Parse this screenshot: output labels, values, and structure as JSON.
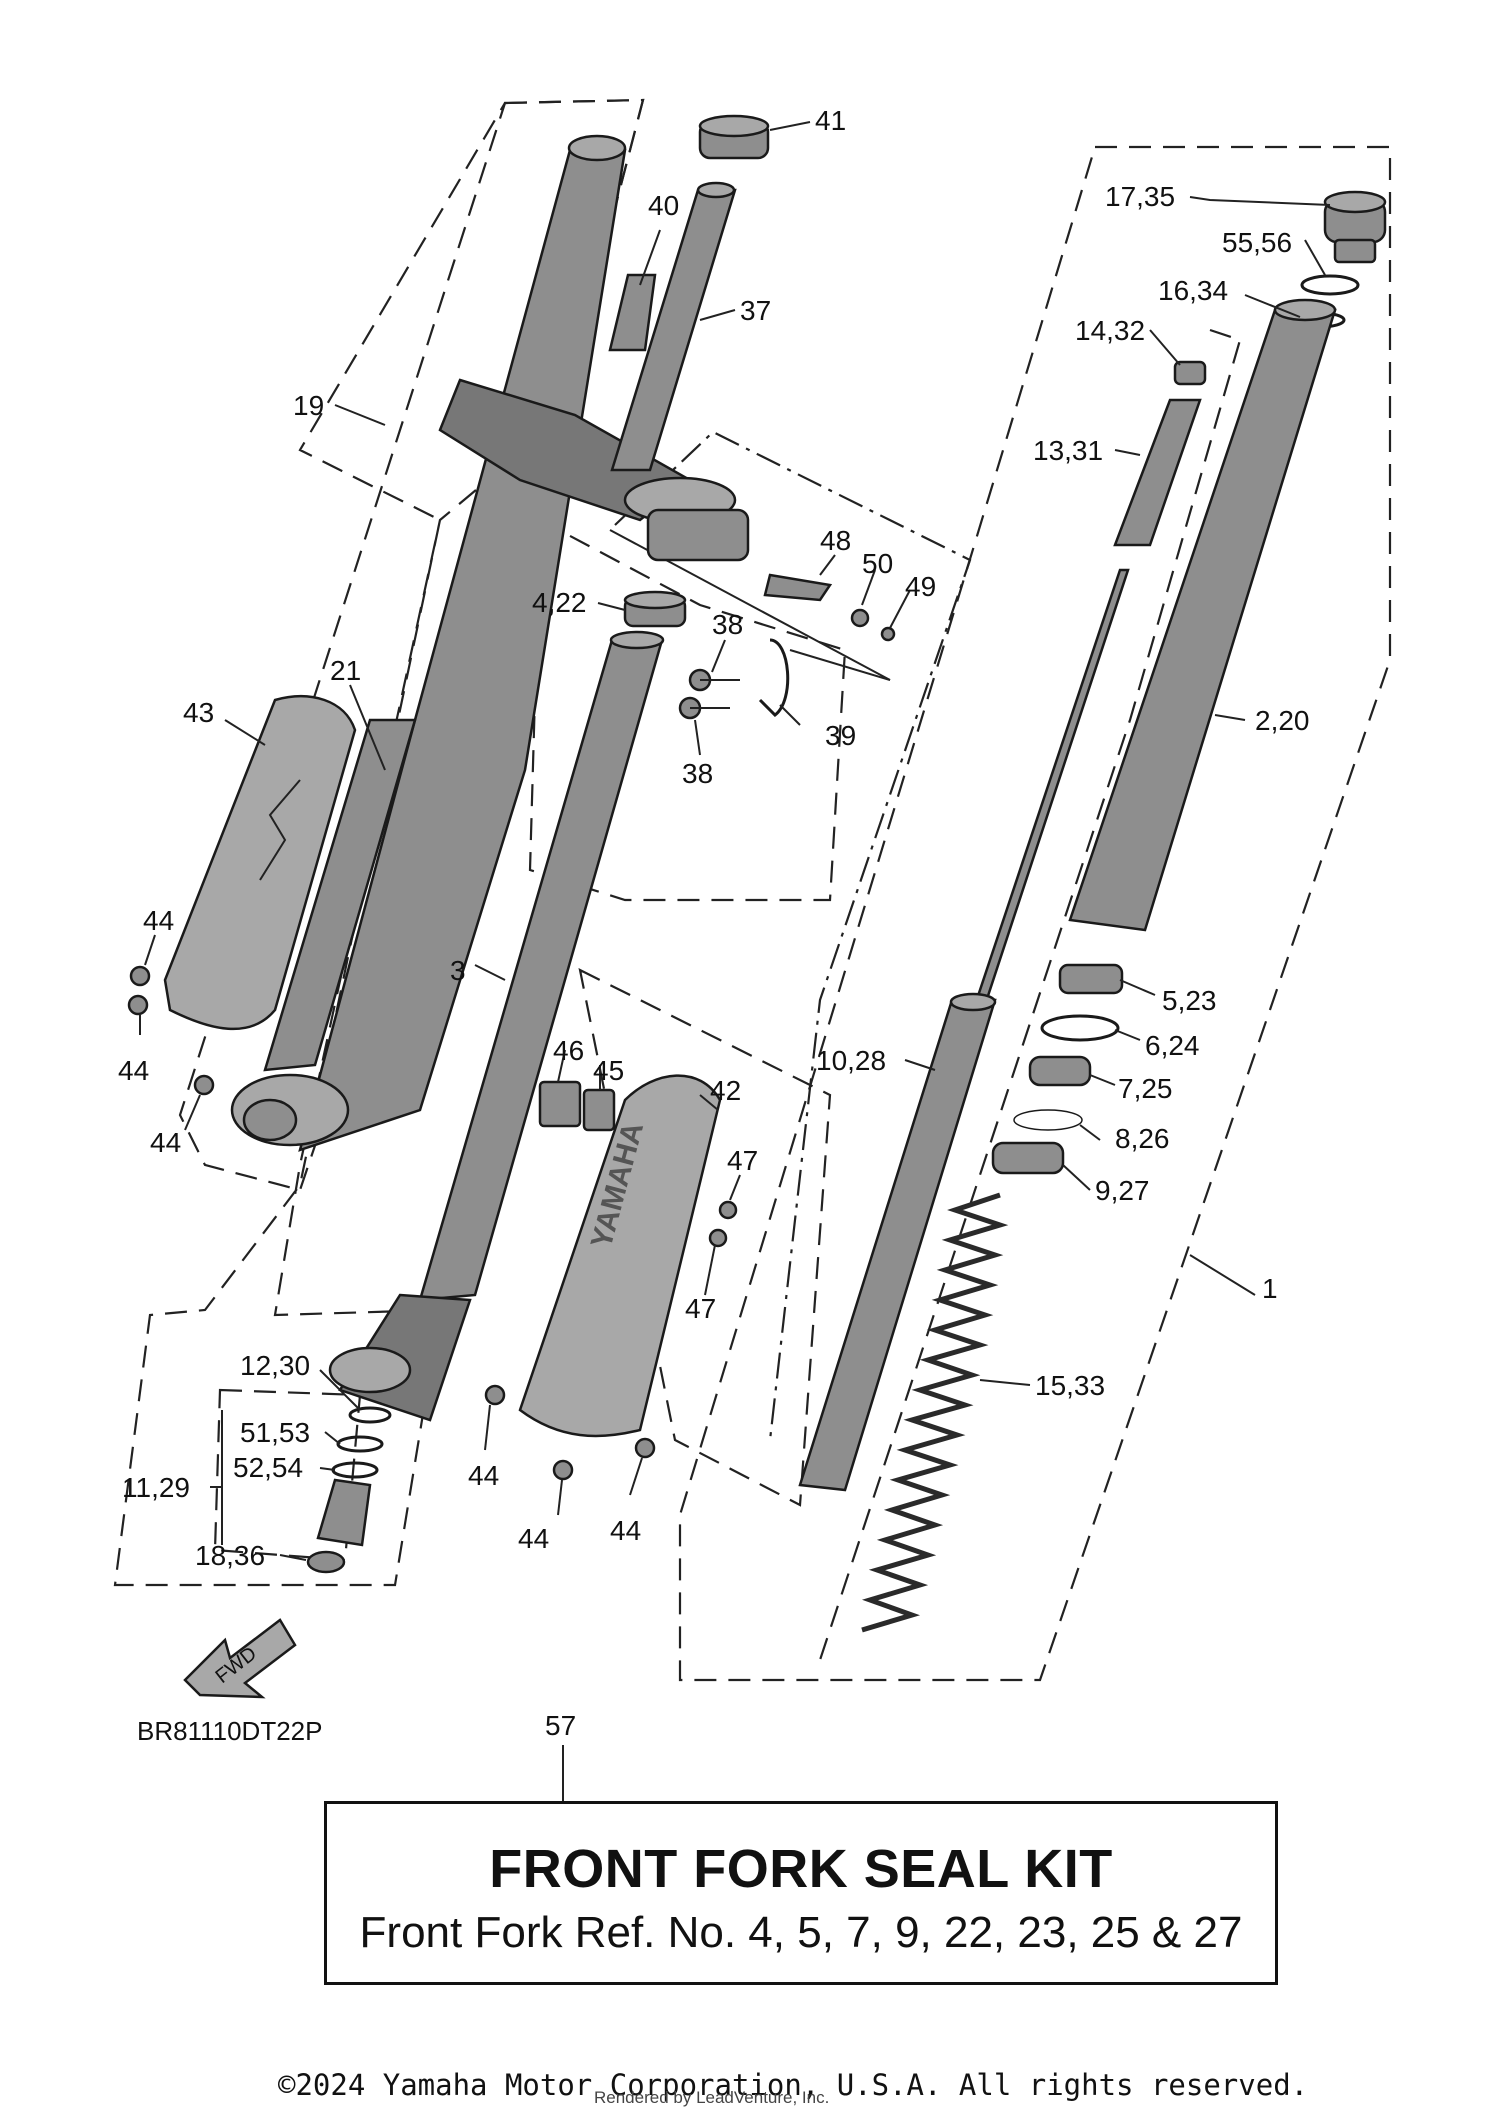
{
  "diagram": {
    "drawing_code": "BR81110DT22P",
    "fwd_label": "FWD",
    "brand_label": "YAMAHA",
    "callouts": {
      "c41": "41",
      "c40": "40",
      "c37": "37",
      "c19": "19",
      "c17_35": "17,35",
      "c55_56": "55,56",
      "c16_34": "16,34",
      "c14_32": "14,32",
      "c13_31": "13,31",
      "c48": "48",
      "c50": "50",
      "c49": "49",
      "c4_22": "4,22",
      "c38a": "38",
      "c38b": "38",
      "c39": "39",
      "c21": "21",
      "c43": "43",
      "c2_20": "2,20",
      "c44a": "44",
      "c44b": "44",
      "c44c": "44",
      "c3": "3",
      "c5_23": "5,23",
      "c6_24": "6,24",
      "c10_28": "10,28",
      "c7_25": "7,25",
      "c46": "46",
      "c45": "45",
      "c42": "42",
      "c8_26": "8,26",
      "c9_27": "9,27",
      "c47a": "47",
      "c47b": "47",
      "c1": "1",
      "c12_30": "12,30",
      "c15_33": "15,33",
      "c51_53": "51,53",
      "c52_54": "52,54",
      "c11_29": "11,29",
      "c44d": "44",
      "c44e": "44",
      "c44f": "44",
      "c18_36": "18,36",
      "c57": "57"
    }
  },
  "kit": {
    "title": "FRONT FORK SEAL KIT",
    "description": "Front Fork Ref. No. 4, 5, 7, 9, 22, 23, 25 & 27"
  },
  "footer": {
    "copyright": "©2024 Yamaha Motor Corporation, U.S.A. All rights reserved.",
    "rendered_by": "Rendered by LeadVenture, Inc."
  }
}
